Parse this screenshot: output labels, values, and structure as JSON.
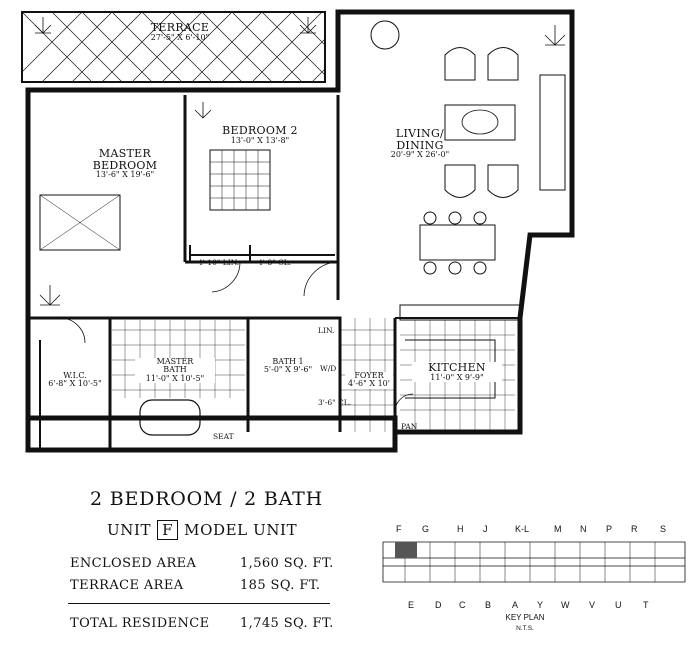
{
  "rooms": {
    "terrace": {
      "name": "TERRACE",
      "dim": "27'-5\" X 6'-10\""
    },
    "master_bedroom": {
      "name_line1": "MASTER",
      "name_line2": "BEDROOM",
      "dim": "13'-6\" X 19'-6\""
    },
    "bedroom2": {
      "name": "BEDROOM 2",
      "dim": "13'-0\" X 13'-8\""
    },
    "living": {
      "name_line1": "LIVING/",
      "name_line2": "DINING",
      "dim": "20'-9\" X 26'-0\""
    },
    "kitchen": {
      "name": "KITCHEN",
      "dim": "11'-0\" X 9'-9\""
    },
    "master_bath": {
      "name_line1": "MASTER",
      "name_line2": "BATH",
      "dim": "11'-0\" X 10'-5\""
    },
    "bath1": {
      "name": "BATH 1",
      "dim": "5'-0\" X 9'-6\""
    },
    "wic": {
      "name": "W.I.C.",
      "dim": "6'-8\" X 10'-5\""
    },
    "foyer": {
      "name": "FOYER",
      "dim": "4'-6\" X 10'"
    }
  },
  "closets": {
    "lin1": "4'-10\" LIN.",
    "cl1": "4'-8\" CL.",
    "lin2": "LIN.",
    "wd": "W/D",
    "cl2": "3'-6\" CL.",
    "seat": "SEAT",
    "pan": "PAN"
  },
  "info": {
    "title": "2 BEDROOM / 2 BATH",
    "unit_prefix": "UNIT",
    "unit_letter": "F",
    "unit_suffix": "MODEL UNIT",
    "enclosed_label": "ENCLOSED AREA",
    "enclosed_value": "1,560 SQ. FT.",
    "terrace_label": "TERRACE AREA",
    "terrace_value": "185 SQ. FT.",
    "total_label": "TOTAL RESIDENCE",
    "total_value": "1,745 SQ. FT."
  },
  "keyplan": {
    "top_letters": [
      "F",
      "G",
      "H",
      "J",
      "K-L",
      "M",
      "N",
      "P",
      "R",
      "S"
    ],
    "bottom_letters": [
      "E",
      "D",
      "C",
      "B",
      "A",
      "Y",
      "W",
      "V",
      "U",
      "T"
    ],
    "caption": "KEY PLAN",
    "subcaption": "N.T.S."
  },
  "colors": {
    "line": "#111111",
    "highlight": "#555555"
  }
}
